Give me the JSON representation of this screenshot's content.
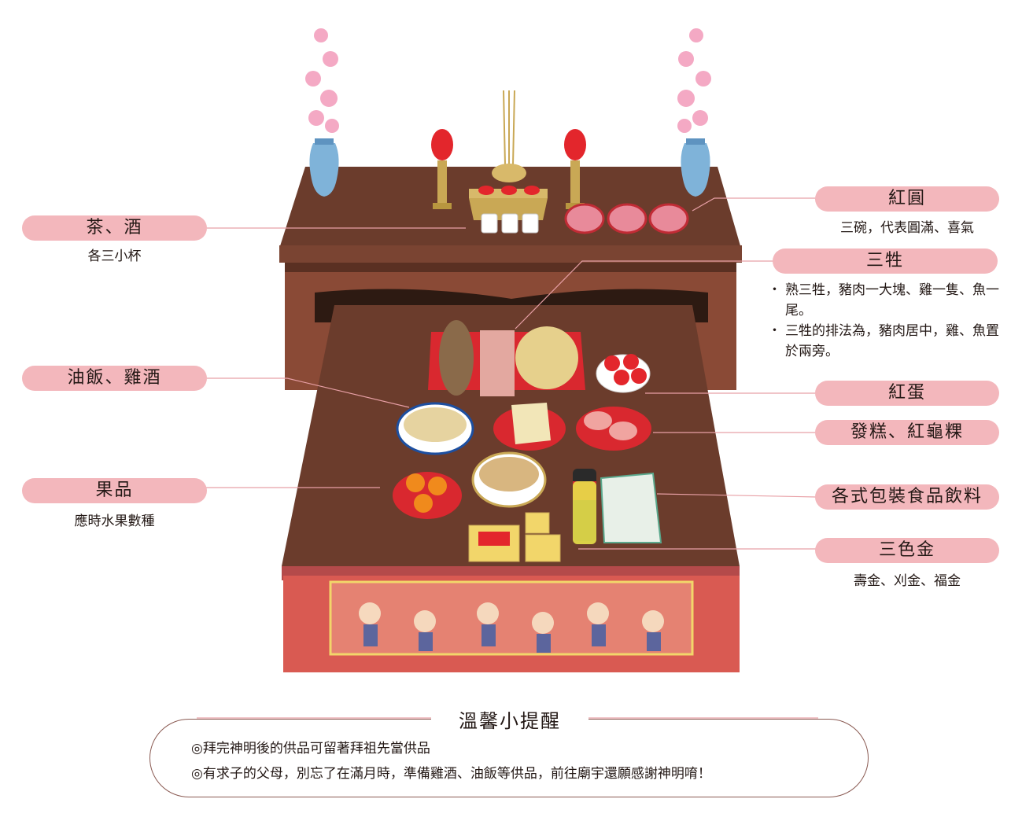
{
  "labels_left": [
    {
      "id": "tea_wine",
      "title": "茶、酒",
      "sub": "各三小杯"
    },
    {
      "id": "oil_rice",
      "title": "油飯、雞酒",
      "sub": ""
    },
    {
      "id": "fruit",
      "title": "果品",
      "sub": "應時水果數種"
    }
  ],
  "labels_right": [
    {
      "id": "hongyuan",
      "title": "紅圓",
      "sub": "三碗，代表圓滿、喜氣"
    },
    {
      "id": "sansheng",
      "title": "三牲",
      "bullets": [
        "熟三牲，豬肉一大塊、雞一隻、魚一尾。",
        "三牲的排法為，豬肉居中，雞、魚置於兩旁。"
      ]
    },
    {
      "id": "red_egg",
      "title": "紅蛋",
      "sub": ""
    },
    {
      "id": "cake",
      "title": "發糕、紅龜粿",
      "sub": ""
    },
    {
      "id": "packaged",
      "title": "各式包裝食品飲料",
      "sub": ""
    },
    {
      "id": "gold_paper",
      "title": "三色金",
      "sub": "壽金、刈金、福金"
    }
  ],
  "reminder": {
    "title": "溫馨小提醒",
    "lines": [
      "◎拜完神明後的供品可留著拜祖先當供品",
      "◎有求子的父母，別忘了在滿月時，準備雞酒、油飯等供品，前往廟宇還願感謝神明唷！"
    ]
  },
  "colors": {
    "pill": "#f3b7bc",
    "table": "#6b3c2c",
    "cloth": "#d95a52",
    "leader": "#e8a0a6"
  }
}
